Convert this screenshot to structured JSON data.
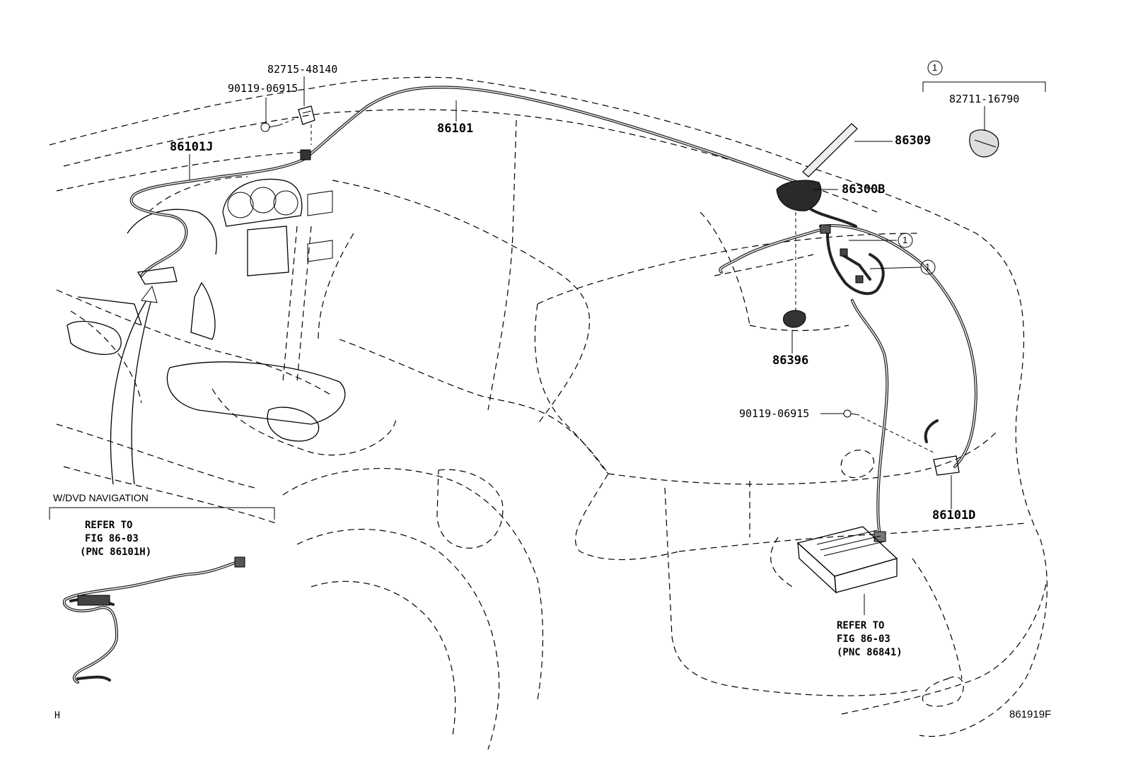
{
  "parts": {
    "p82715": "82715-48140",
    "p90119_top": "90119-06915",
    "p86101J": "86101J",
    "p86101": "86101",
    "p86309": "86309",
    "p86300B": "86300B",
    "p86396": "86396",
    "p90119_mid": "90119-06915",
    "p86101D": "86101D",
    "p82711": "82711-16790"
  },
  "callouts": {
    "circle_1": "1"
  },
  "inset": {
    "title": "W/DVD NAVIGATION",
    "refer_lines": [
      "REFER TO",
      "FIG 86-03",
      "(PNC 86101H)"
    ]
  },
  "refer_bottom": {
    "lines": [
      "REFER TO",
      "FIG 86-03",
      "(PNC 86841)"
    ]
  },
  "corner": {
    "left_mark": "H",
    "figure_id": "861919F"
  }
}
